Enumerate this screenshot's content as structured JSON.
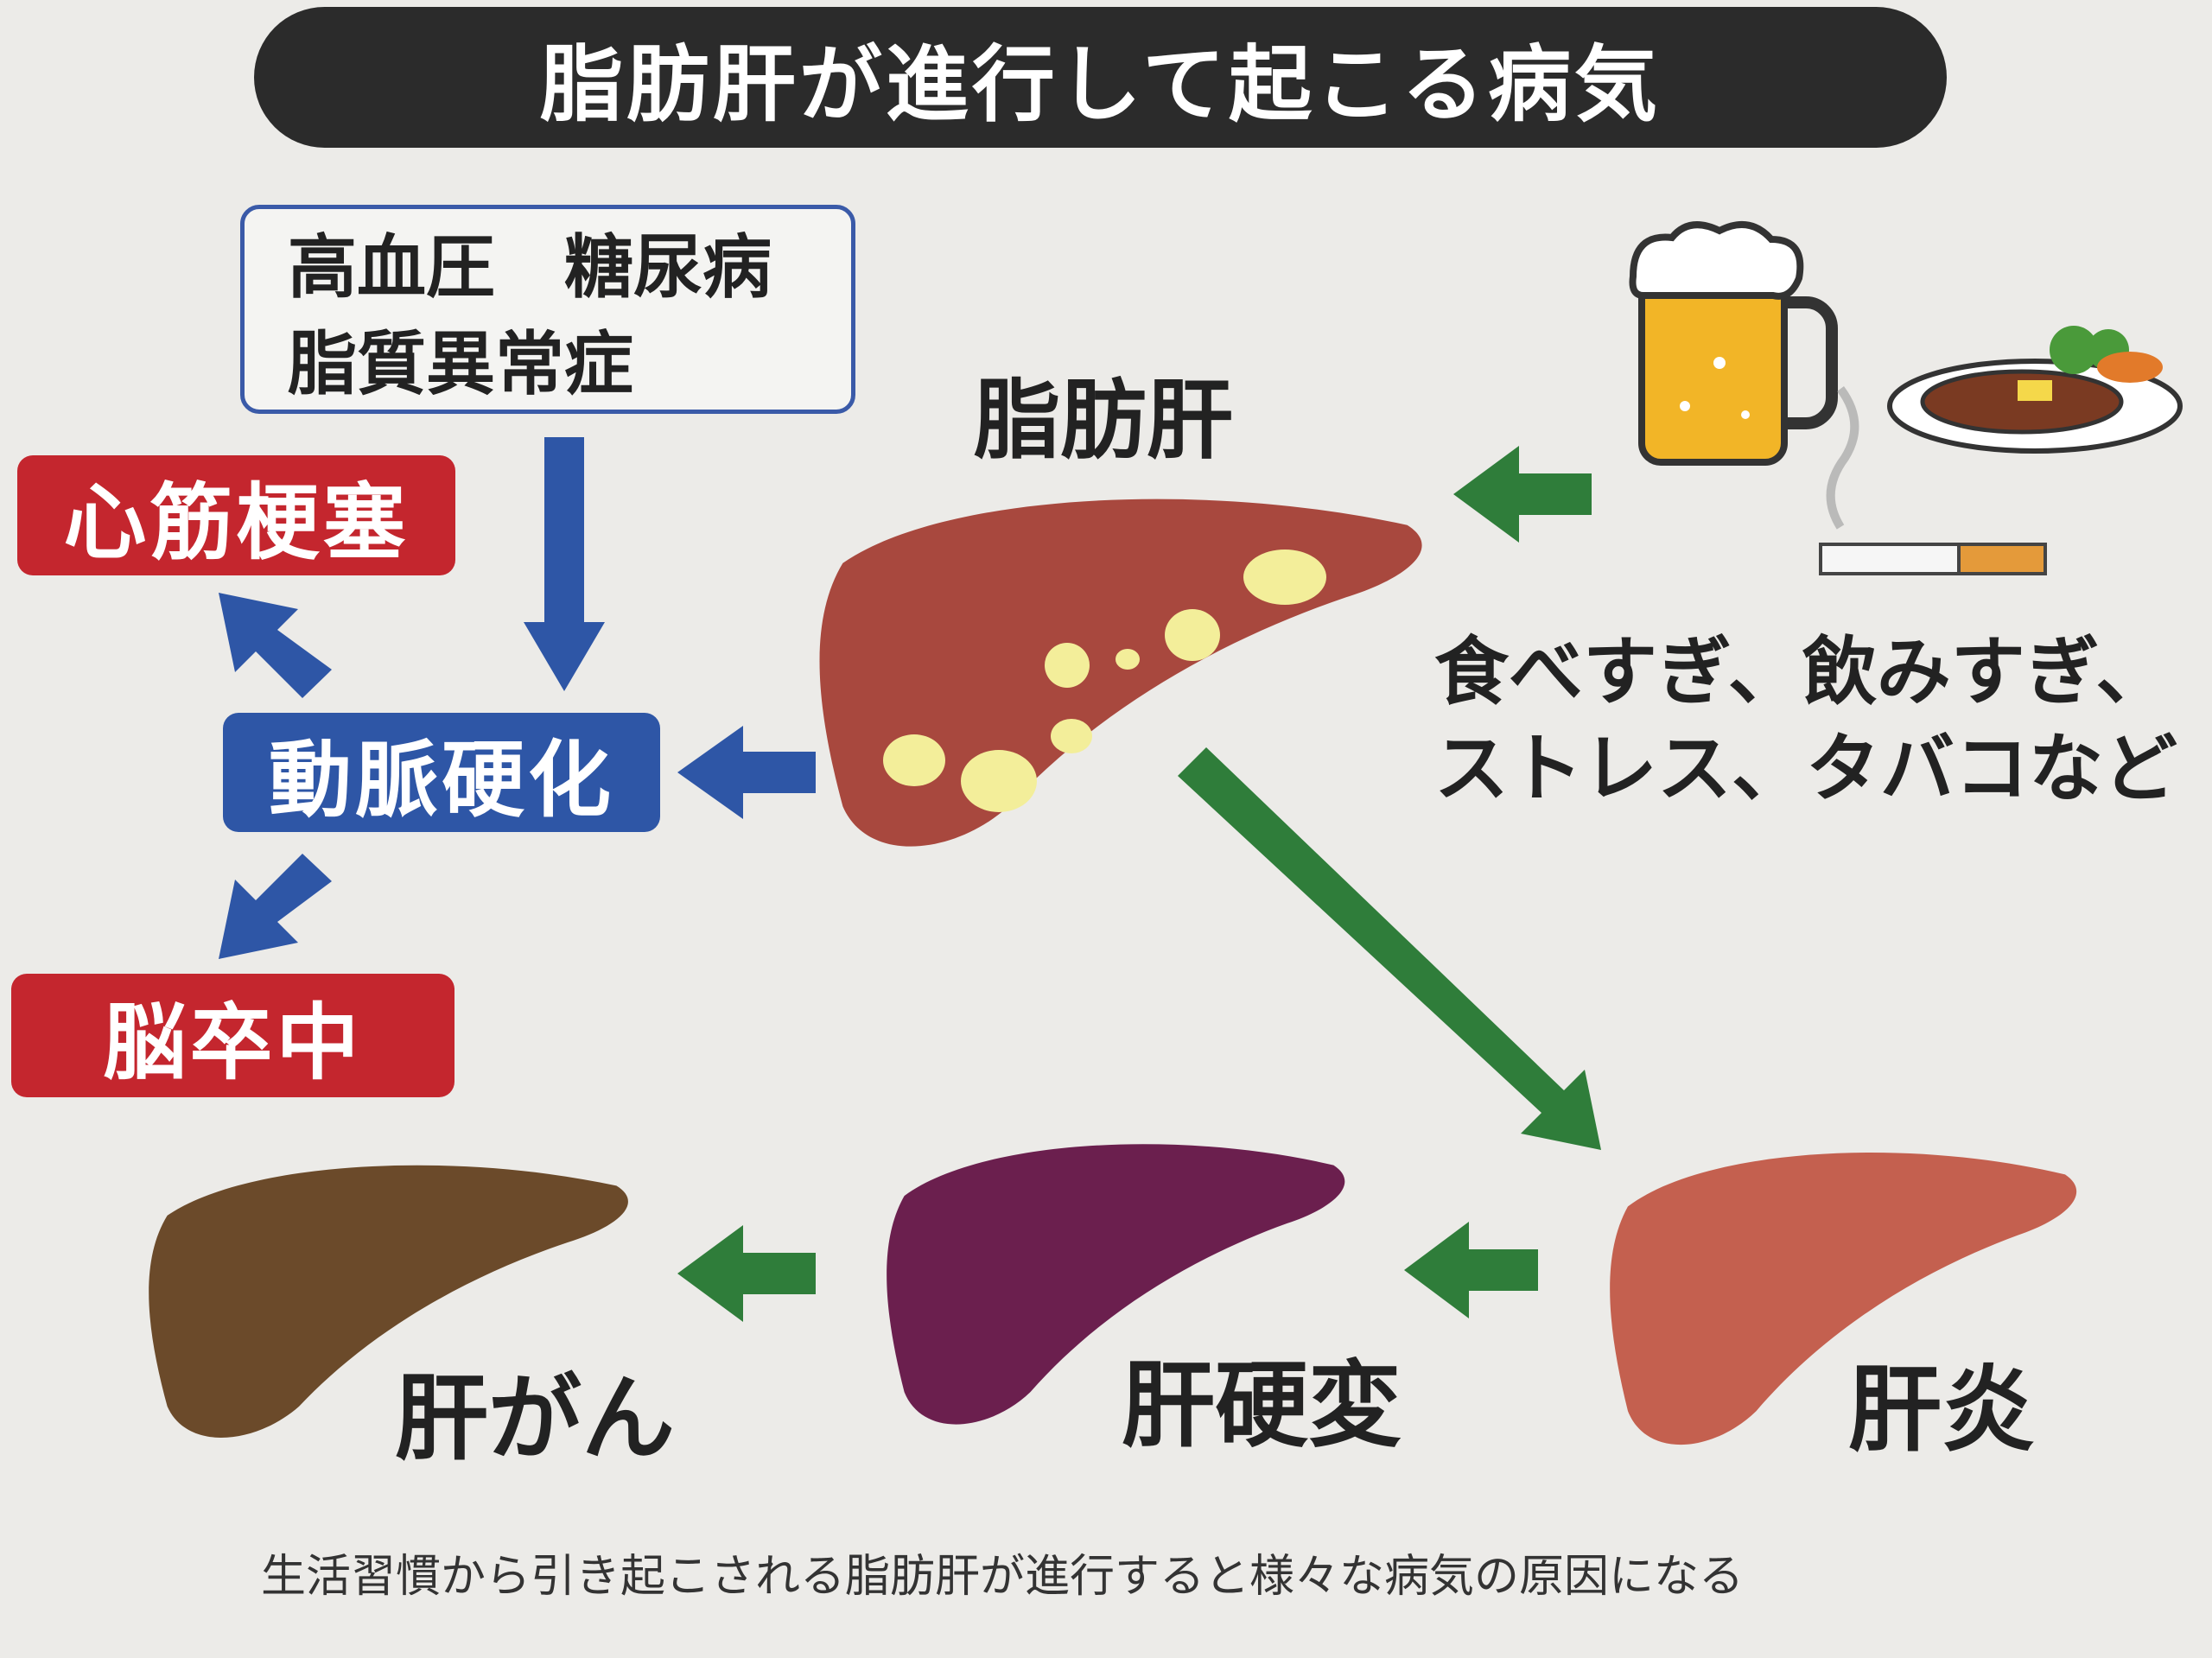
{
  "title": "脂肪肝が進行して起こる病気",
  "risk_box": {
    "line1": "高血圧　糖尿病",
    "line2": "脂質異常症"
  },
  "complications": {
    "heart_attack": "心筋梗塞",
    "arteriosclerosis": "動脈硬化",
    "stroke": "脳卒中"
  },
  "fatty_liver_label": "脂肪肝",
  "causes": {
    "line1": "食べすぎ、飲みすぎ、",
    "line2": "ストレス、タバコなど"
  },
  "stages": {
    "hepatitis": "肝炎",
    "cirrhosis": "肝硬変",
    "cancer": "肝がん"
  },
  "caption": "生活習慣から引き起こされる脂肪肝が進行すると様々な病気の原因になる",
  "colors": {
    "blue_arrow": "#2e56a6",
    "green_arrow": "#2f7d3a",
    "red_tag": "#c4262e",
    "fatty_liver": "#a8483e",
    "hepatitis": "#c4604f",
    "cirrhosis": "#6b1f4e",
    "cancer": "#6b4a2a",
    "fat_spot": "#f3ee9a"
  }
}
